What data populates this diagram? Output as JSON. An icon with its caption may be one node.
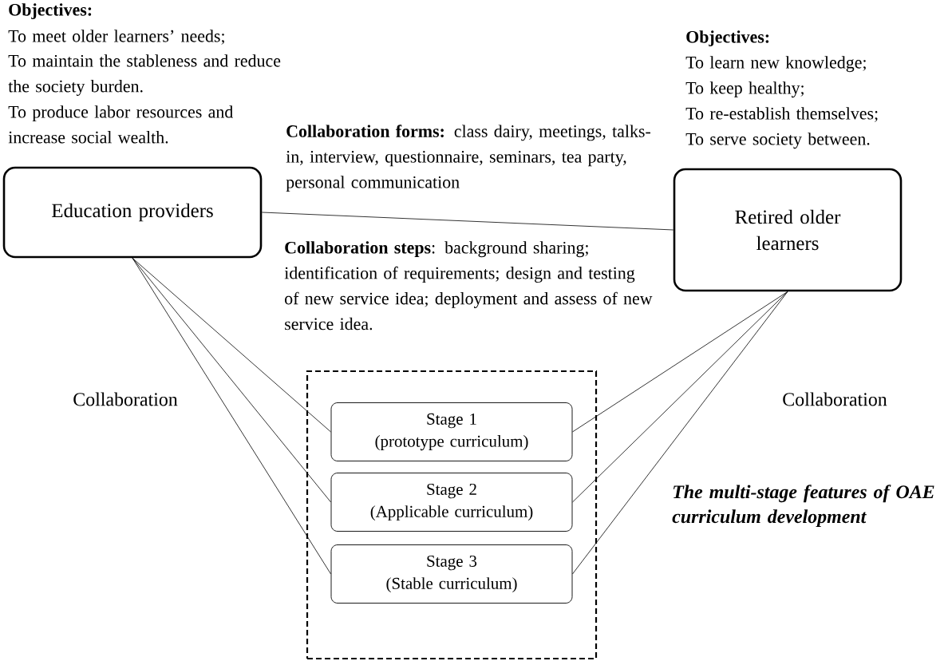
{
  "diagram": {
    "nodes": [
      {
        "text": [
          "Education providers"
        ]
      },
      {
        "text": [
          "Retired older learners"
        ]
      },
      {
        "text": [],
        "shape": "box"
      },
      {
        "text": [
          "Stage 1",
          "(prototype curriculum)"
        ],
        "in": 2
      },
      {
        "text": [
          "Stage 2",
          "(Applicable curriculum)"
        ],
        "in": 2
      },
      {
        "text": [
          "Stage 3",
          "(Stable curriculum)"
        ],
        "in": 2
      }
    ],
    "edges": [
      {
        "from": 0,
        "to": 1,
        "arrow": "none"
      },
      {
        "from": 0,
        "to": 3,
        "arrow": "none"
      },
      {
        "from": 0,
        "to": 4,
        "arrow": "none"
      },
      {
        "from": 0,
        "to": 5,
        "arrow": "none"
      },
      {
        "from": 1,
        "to": 3,
        "arrow": "none"
      },
      {
        "from": 1,
        "to": 4,
        "arrow": "none"
      },
      {
        "from": 1,
        "to": 5,
        "arrow": "none"
      }
    ],
    "labels": [
      "Objectives:",
      "To meet older learners’ needs;",
      "To maintain the stableness and reduce the society burden.",
      "To produce labor resources and increase social wealth.",
      "Objectives:",
      "To learn new knowledge;",
      "To keep healthy;",
      "To re-establish themselves;",
      "To serve society between.",
      "**Collaboration forms:** class dairy, meetings, talks-in, interview, questionnaire, seminars, tea party, personal communication",
      "**Collaboration steps**: background sharing; identification of requirements;  design and testing of new service idea; deployment and assess of new service idea.",
      "Collaboration",
      "Collaboration",
      "The multi-stage features of OAE curriculum development"
    ]
  }
}
